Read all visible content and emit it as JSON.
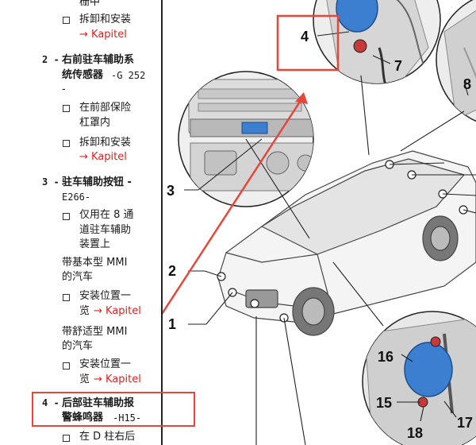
{
  "left": {
    "item1": {
      "partial_text": "栅中",
      "bullet_text": "拆卸和安装",
      "link_text": "→ Kapitel"
    },
    "item2": {
      "number": "2 -",
      "title_line1": "右前驻车辅助系",
      "title_line2": "统传感器",
      "code": "-G 252",
      "dash": "-",
      "bullets": [
        {
          "line1": "在前部保险",
          "line2": "杠罩内"
        },
        {
          "line1": "拆卸和安装",
          "link": "→ Kapitel"
        }
      ]
    },
    "item3": {
      "number": "3 -",
      "title": "驻车辅助按钮 -",
      "code": "E266-",
      "bullet1": {
        "line1": "仅用在 8 通",
        "line2": "道驻车辅助",
        "line3": "装置上"
      },
      "group1_line1": "带基本型 MMI",
      "group1_line2": "的汽车",
      "bullet2": {
        "line1": "安装位置一",
        "line2": "览",
        "link": "→ Kapitel"
      },
      "group2_line1": "带舒适型 MMI",
      "group2_line2": "的汽车",
      "bullet3": {
        "line1": "安装位置一",
        "line2": "览",
        "link": "→ Kapitel"
      }
    },
    "item4": {
      "number": "4 -",
      "title_line1": "后部驻车辅助报",
      "title_line2": "警蜂鸣器",
      "code": "-H15-",
      "bullet1": "在 D 柱右后"
    }
  },
  "diagram": {
    "labels": [
      "1",
      "2",
      "3",
      "4",
      "7",
      "8",
      "15",
      "16",
      "17",
      "18"
    ]
  },
  "colors": {
    "accent_red": "#e8463a",
    "link_red": "#e02020",
    "part_blue": "#3c7fd0"
  }
}
